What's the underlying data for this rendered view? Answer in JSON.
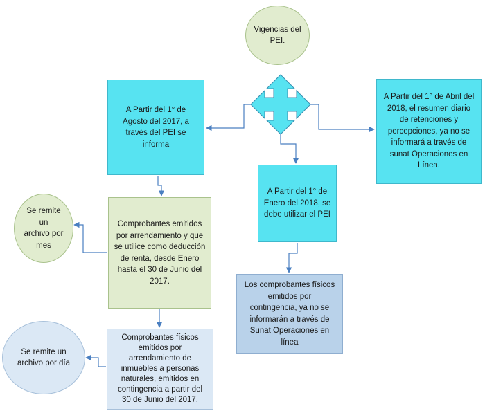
{
  "nodes": {
    "vigencias": "Vigencias del\nPEI.",
    "agosto_2017": "A Partir del 1° de\nAgosto del 2017, a\ntravés del PEI se\ninforma",
    "abril_2018": "A Partir del 1° de Abril del\n2018, el resumen diario\nde retenciones y\npercepciones, ya no se\ninformará a través de\nsunat Operaciones en\nLínea.",
    "enero_2018": "A Partir del 1° de\nEnero del 2018, se\ndebe utilizar el PEI",
    "arrendamiento_renta": "Comprobantes emitidos\npor arrendamiento y que\nse utilice como deducción\nde renta, desde Enero\nhasta el 30 de Junio del\n2017.",
    "archivo_mes": "Se remite un\narchivo por\nmes",
    "fisicos_contingencia": "Los comprobantes  físicos\nemitidos por\ncontingencia, ya no se\ninformarán a través de\nSunat Operaciones en\nlínea",
    "fisicos_arrendamiento": "Comprobantes físicos\nemitidos por\narrendamiento de\ninmuebles a personas\nnaturales, emitidos en\ncontingencia a partir del\n30 de Junio del 2017.",
    "archivo_dia": "Se remite un\narchivo por día"
  },
  "colors": {
    "cyan": "#57e3f1",
    "green": "#e1eccf",
    "blue": "#b9d2ea",
    "light_blue": "#dbe8f5",
    "connector": "#4a7fc1"
  }
}
